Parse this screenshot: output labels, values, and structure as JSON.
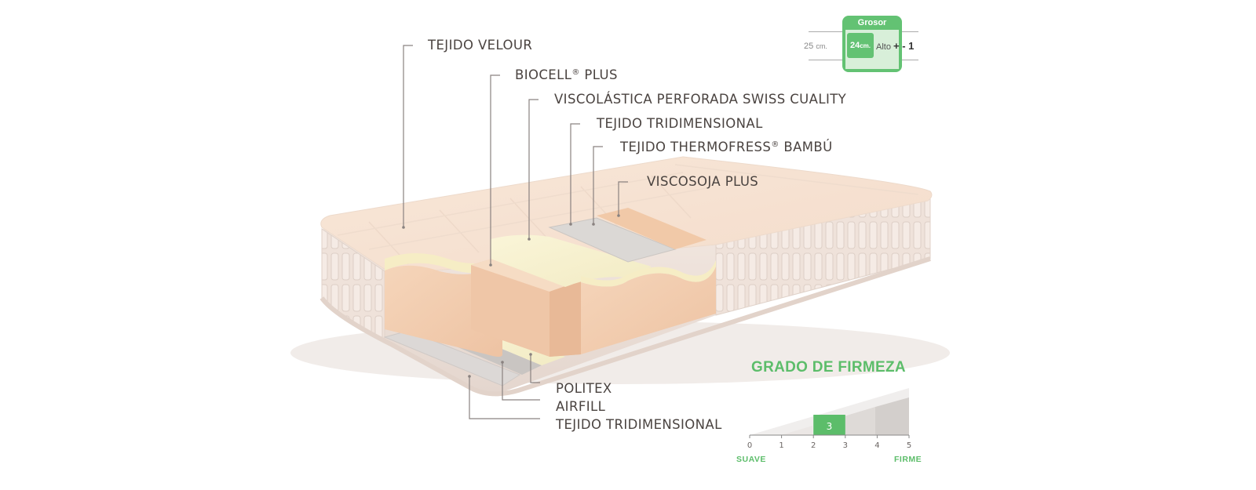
{
  "layers": {
    "tejido_velour": "TEJIDO VELOUR",
    "biocell": "BIOCELL",
    "biocell_reg": "®",
    "biocell_suffix": " PLUS",
    "viscolastica": "VISCOLÁSTICA PERFORADA SWISS CUALITY",
    "tejido_tridimensional_top": "TEJIDO TRIDIMENSIONAL",
    "thermofress": "TEJIDO THERMOFRESS",
    "thermofress_reg": "®",
    "thermofress_suffix": " BAMBÚ",
    "viscosoja": "VISCOSOJA PLUS",
    "politex": "POLITEX",
    "airfill": "AIRFILL",
    "tejido_tridimensional_bottom": "TEJIDO TRIDIMENSIONAL"
  },
  "grosor": {
    "title": "Grosor",
    "prev": "25",
    "prev_unit": "cm.",
    "current": "24",
    "current_unit": "cm.",
    "alto_label": "Alto",
    "alto_tol": "+ - 1"
  },
  "firmeza": {
    "title": "GRADO DE FIRMEZA",
    "scale_min": 0,
    "scale_max": 5,
    "ticks": [
      "0",
      "1",
      "2",
      "3",
      "4",
      "5"
    ],
    "level": 3,
    "level_label": "3",
    "soft_label": "SUAVE",
    "firm_label": "FIRME",
    "accent": "#5cbd6a"
  },
  "colors": {
    "mattress_top": "#f7e3d3",
    "foam_orange": "#f2ccae",
    "foam_yellow": "#f7f0cc",
    "fabric_grey": "#e6e2df",
    "accent_green": "#5cbd6a"
  }
}
